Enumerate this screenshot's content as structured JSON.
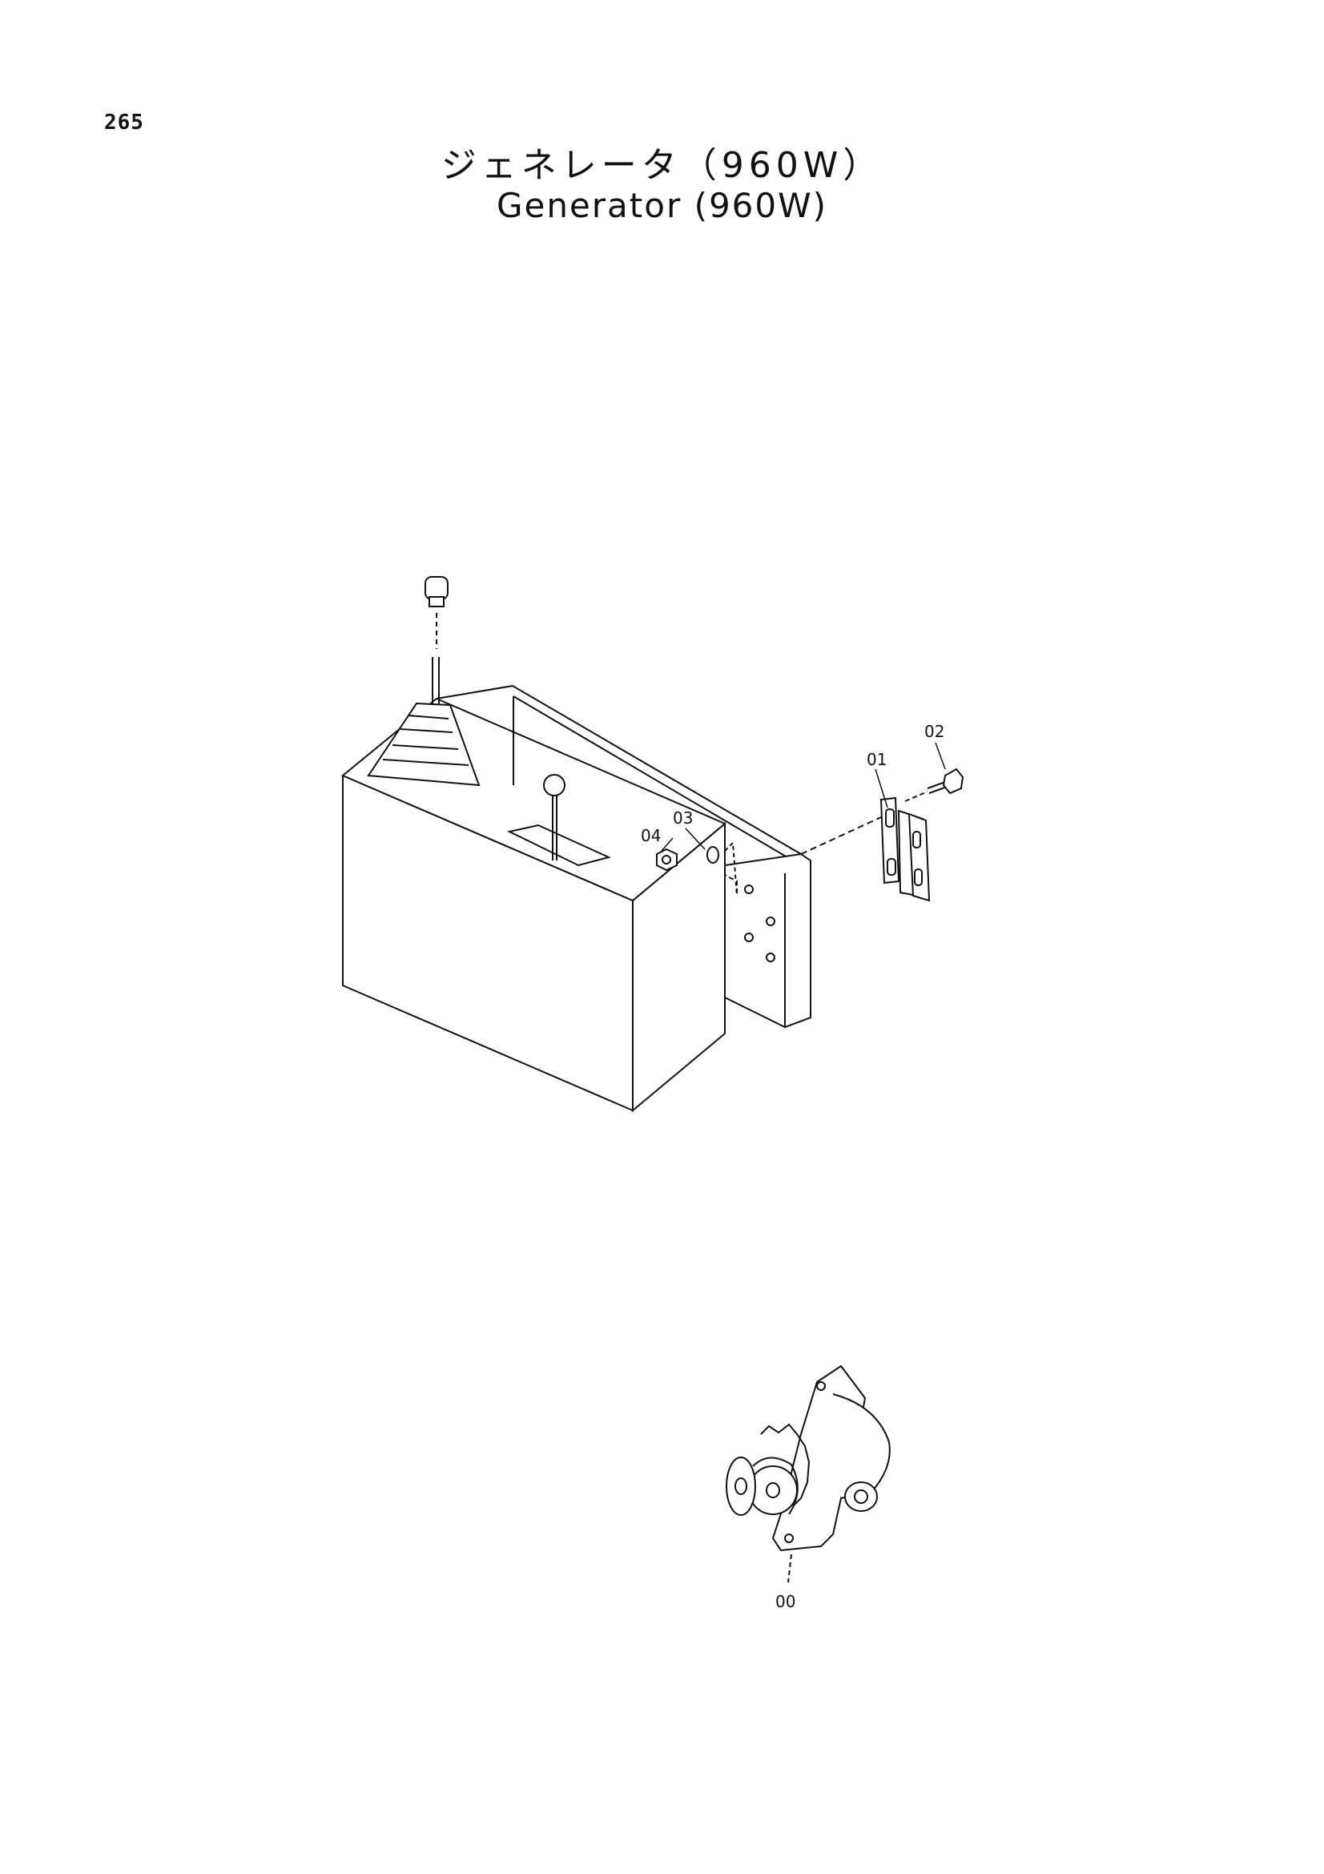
{
  "page_number": "265",
  "title_jp": "ジェネレータ（960W）",
  "title_en": "Generator (960W)",
  "callouts": {
    "p00": "00",
    "p01": "01",
    "p02": "02",
    "p03": "03",
    "p04": "04"
  }
}
